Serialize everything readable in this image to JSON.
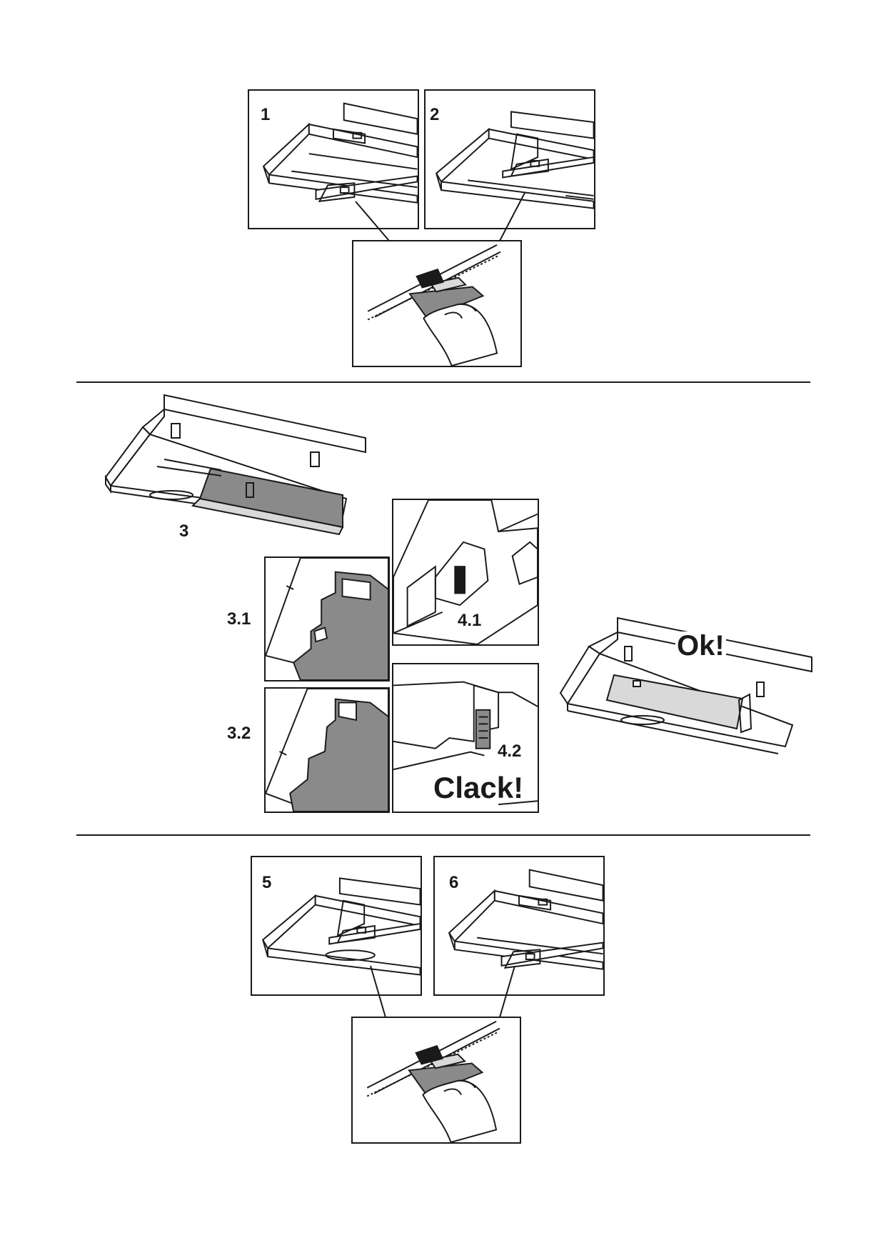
{
  "steps": {
    "s1": "1",
    "s2": "2",
    "s3": "3",
    "s31": "3.1",
    "s32": "3.2",
    "s41": "4.1",
    "s42": "4.2",
    "s5": "5",
    "s6": "6"
  },
  "callouts": {
    "clack": "Clack!",
    "ok": "Ok!"
  },
  "colors": {
    "line": "#1a1a1a",
    "filter_gray": "#8a8a8a",
    "light_gray": "#d9d9d9"
  }
}
